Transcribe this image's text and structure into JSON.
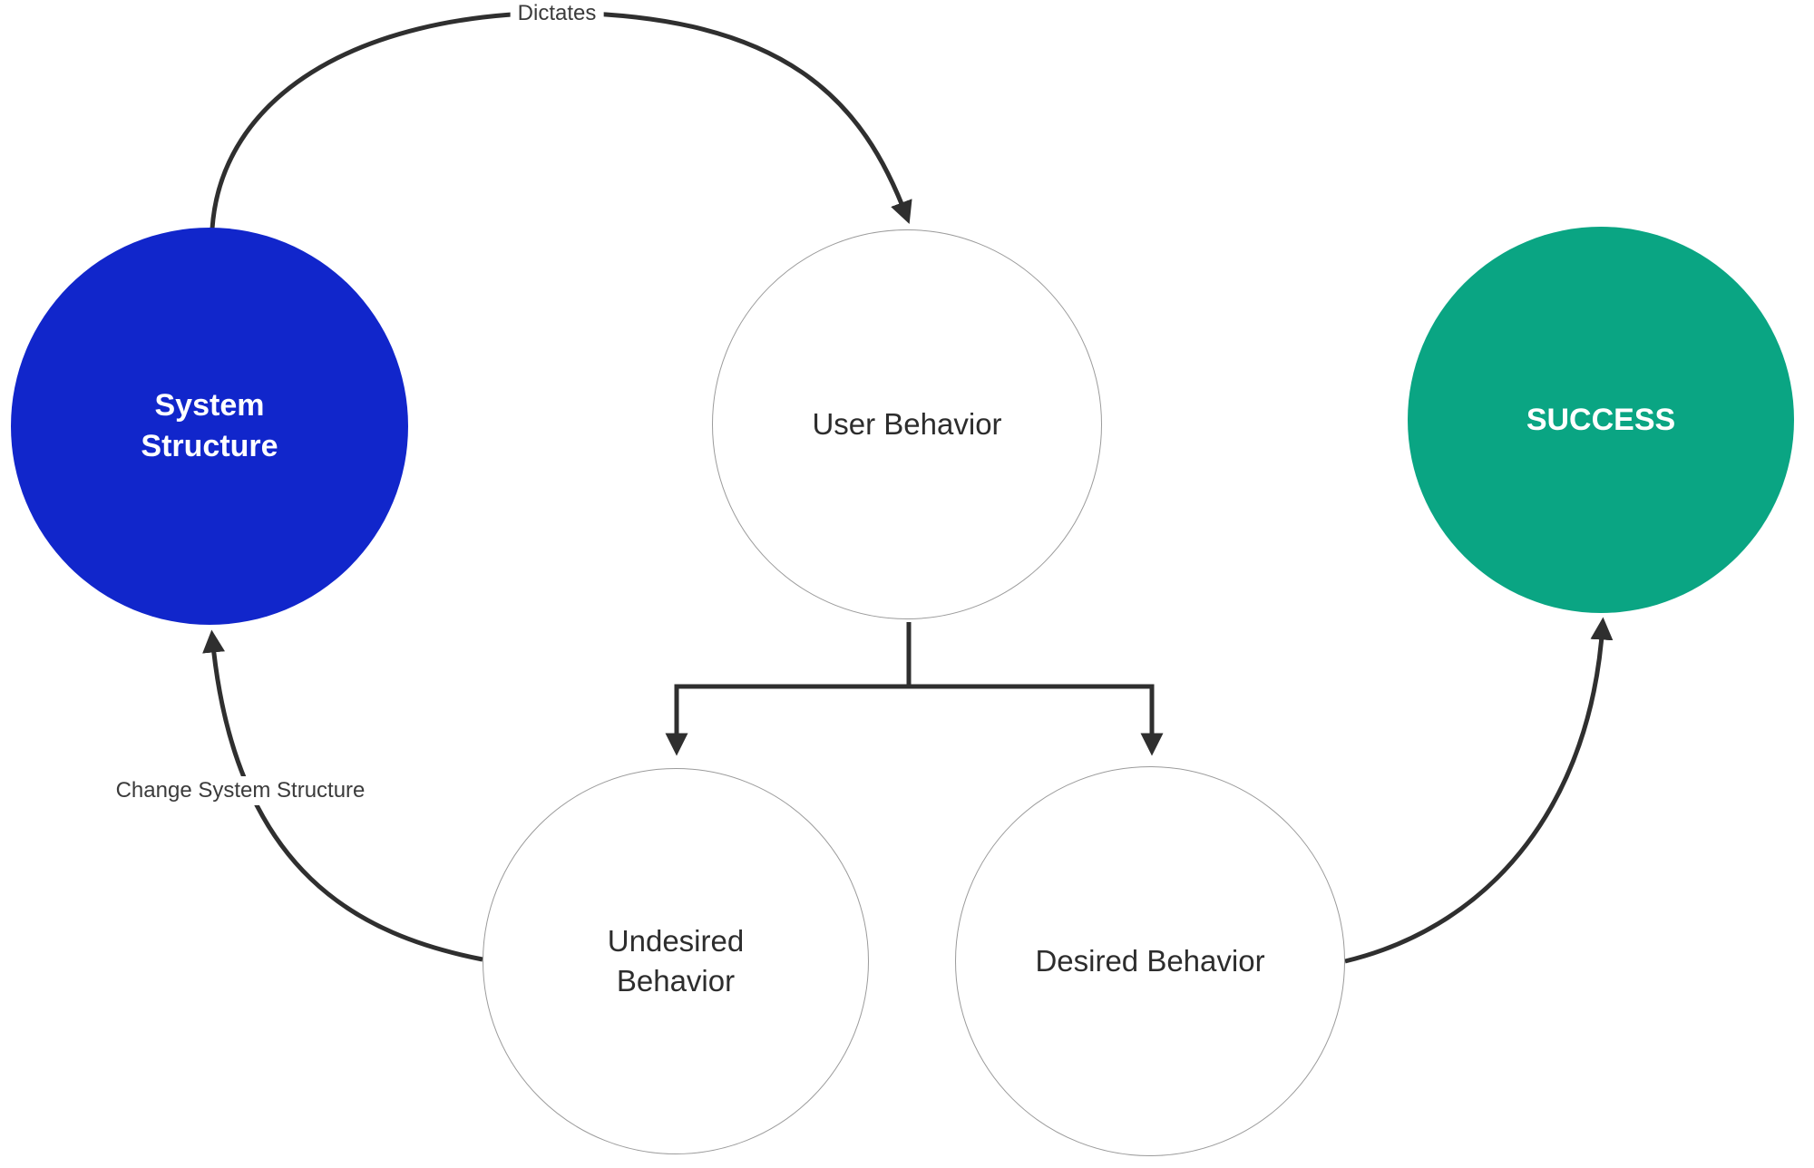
{
  "diagram": {
    "nodes": {
      "system_structure": {
        "label": "System\nStructure",
        "fill": "#1126CB",
        "text_color": "#ffffff"
      },
      "user_behavior": {
        "label": "User Behavior",
        "fill": "#ffffff"
      },
      "success": {
        "label": "SUCCESS",
        "fill": "#0AA583",
        "text_color": "#ffffff"
      },
      "undesired_behavior": {
        "label": "Undesired\nBehavior",
        "fill": "#ffffff"
      },
      "desired_behavior": {
        "label": "Desired Behavior",
        "fill": "#ffffff"
      }
    },
    "edges": {
      "dictates": {
        "label": "Dictates",
        "from": "system_structure",
        "to": "user_behavior"
      },
      "user_to_undesired": {
        "from": "user_behavior",
        "to": "undesired_behavior"
      },
      "user_to_desired": {
        "from": "user_behavior",
        "to": "desired_behavior"
      },
      "change_system_structure": {
        "label": "Change System Structure",
        "from": "undesired_behavior",
        "to": "system_structure"
      },
      "desired_to_success": {
        "from": "desired_behavior",
        "to": "success"
      }
    },
    "colors": {
      "line": "#2f2f2f",
      "node_border": "#9b9b9b",
      "background": "#ffffff"
    }
  }
}
